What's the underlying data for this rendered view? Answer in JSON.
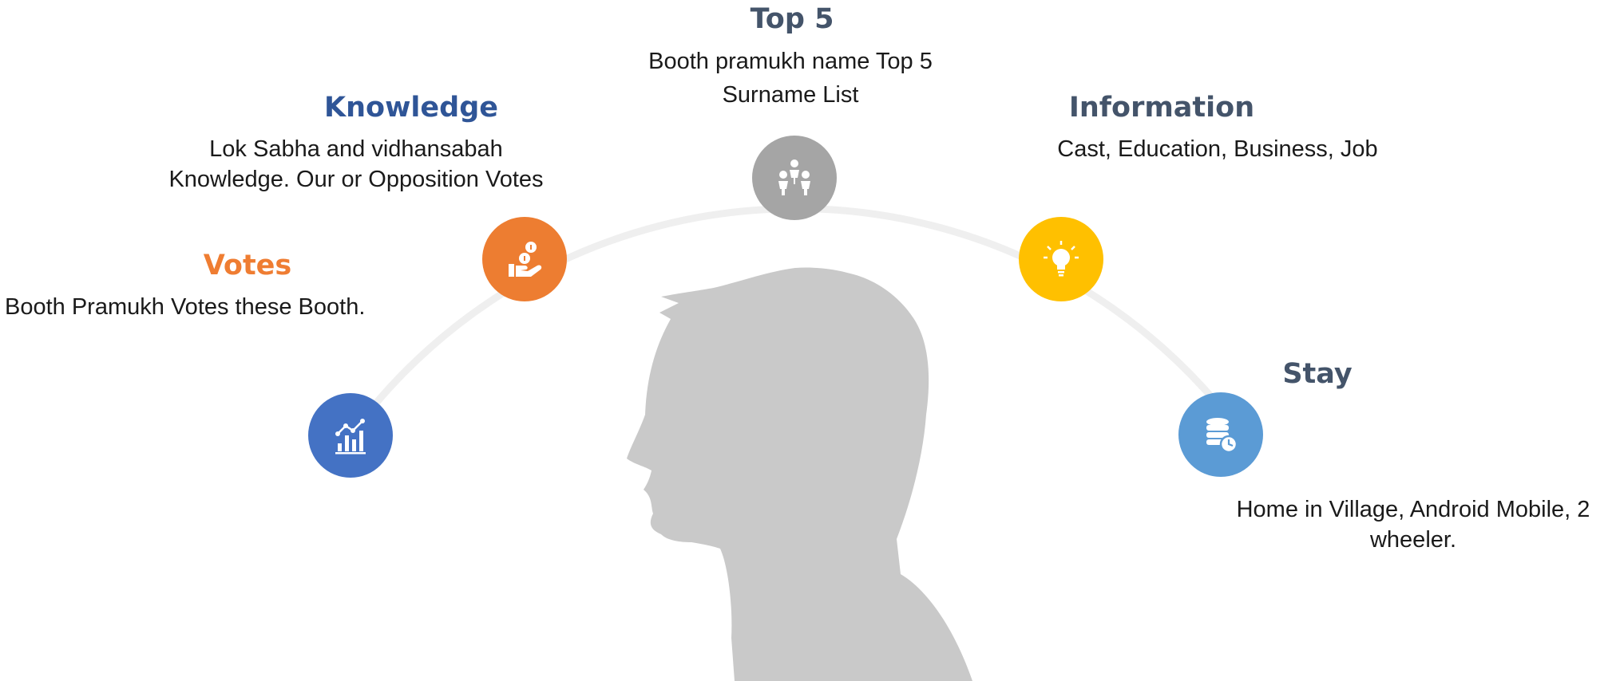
{
  "colors": {
    "arc": "#efefef",
    "silhouette": "#c9c9c9",
    "votes": "#ef7d32",
    "knowledge": "#2f5597",
    "top5": "#44546a",
    "information": "#44546a",
    "stay": "#44546a",
    "node_votes": "#4472c4",
    "node_knowledge": "#ed7d31",
    "node_top5": "#a5a5a5",
    "node_information": "#ffc000",
    "node_stay": "#5b9bd5"
  },
  "items": {
    "top5": {
      "title": "Top 5",
      "line1": "Booth pramukh name Top 5",
      "line2": "Surname List",
      "icon": "people-hierarchy-icon"
    },
    "knowledge": {
      "title": "Knowledge",
      "line1": "Lok Sabha and vidhansabah",
      "line2": "Knowledge. Our or Opposition Votes",
      "icon": "hand-coins-icon"
    },
    "information": {
      "title": "Information",
      "line1": "Cast, Education, Business, Job",
      "icon": "lightbulb-icon"
    },
    "votes": {
      "title": "Votes",
      "line1": "Booth Pramukh Votes these Booth.",
      "icon": "bar-chart-growth-icon"
    },
    "stay": {
      "title": "Stay",
      "line1": "Home in Village, Android Mobile, 2",
      "line2": "wheeler.",
      "icon": "database-clock-icon"
    }
  }
}
